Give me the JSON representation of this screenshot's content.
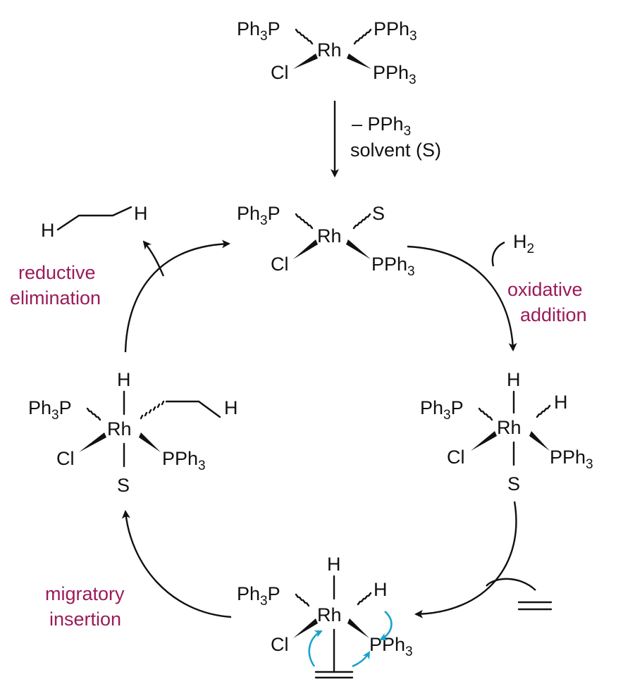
{
  "colors": {
    "step_label": "#9b1b5a",
    "electron_arrow": "#1aa3c9",
    "ink": "#111111"
  },
  "labels": {
    "ph3p": "Ph",
    "pph3": "PPh",
    "sub3": "3",
    "rh": "Rh",
    "cl": "Cl",
    "h": "H",
    "s": "S",
    "sub2": "2"
  },
  "reagents": {
    "dissociation_line1": "– PPh",
    "dissociation_line1_sub": "3",
    "dissociation_line2": "solvent (S)"
  },
  "steps": {
    "reductive_elimination": [
      "reductive",
      "elimination"
    ],
    "oxidative_addition": [
      "oxidative",
      "addition"
    ],
    "migratory_insertion": [
      "migratory",
      "insertion"
    ]
  }
}
